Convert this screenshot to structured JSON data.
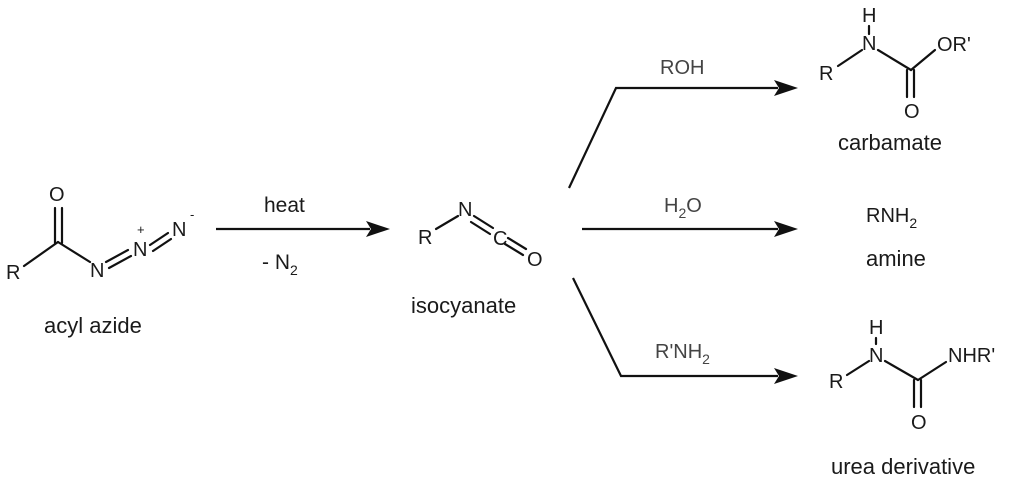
{
  "scheme": {
    "reactant": {
      "name": "acyl azide",
      "atoms": {
        "R": "R",
        "O": "O",
        "N1": "N",
        "N2": "N",
        "N3": "N",
        "plus": "+",
        "minus": "-"
      }
    },
    "step1": {
      "above": "heat",
      "below": "- N",
      "below_sub": "2"
    },
    "intermediate": {
      "name": "isocyanate",
      "atoms": {
        "R": "R",
        "N": "N",
        "C": "C",
        "O": "O"
      }
    },
    "branches": {
      "top": {
        "reagent": "ROH",
        "product_name": "carbamate",
        "atoms": {
          "H": "H",
          "N": "N",
          "R": "R",
          "OR": "OR'",
          "O": "O"
        }
      },
      "middle": {
        "reagent_main": "H",
        "reagent_sub": "2",
        "reagent_end": "O",
        "product_main": "RNH",
        "product_sub": "2",
        "product_name": "amine"
      },
      "bottom": {
        "reagent_main": "R'NH",
        "reagent_sub": "2",
        "product_name": "urea derivative",
        "atoms": {
          "H": "H",
          "N": "N",
          "R": "R",
          "NHR": "NHR'",
          "O": "O"
        }
      }
    }
  }
}
